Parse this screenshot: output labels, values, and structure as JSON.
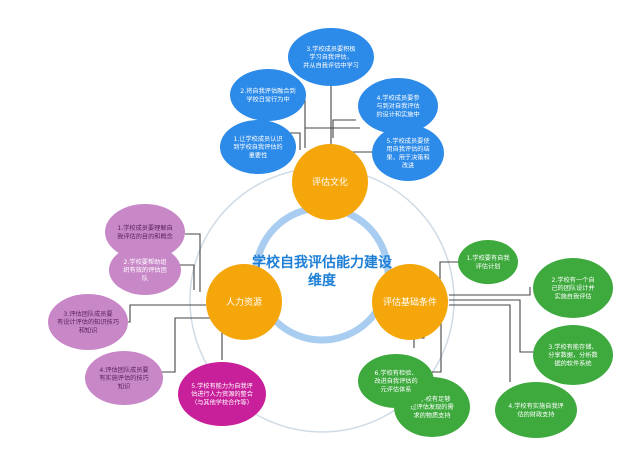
{
  "title": {
    "line1": "学校自我评估能力建设",
    "line2": "维度"
  },
  "colors": {
    "title": "#1e7fd6",
    "hub": "#f5a60a",
    "blue": "#2c8ae8",
    "green": "#3eaa3e",
    "purple": "#c888c8",
    "magenta": "#c8209a",
    "ring": "#a8cdf0"
  },
  "hubs": {
    "culture": "评估文化",
    "hr": "人力资源",
    "base": "评估基础条件"
  },
  "nodes": {
    "b1": [
      "1.让学校成员认识",
      "到学校自我评估的",
      "重要性"
    ],
    "b2": [
      "2.将自我评估融合到",
      "学校日常行为中"
    ],
    "b3": [
      "3.学校成员要积极",
      "学习自我评估，",
      "并从自我评估中学习"
    ],
    "b4": [
      "4.学校成员要参",
      "与到对自我评估",
      "的设计和实施中"
    ],
    "b5": [
      "5.学校成员要使",
      "用自我评估的结",
      "果，用于决策和",
      "改进"
    ],
    "p1": [
      "1.学校成员要理解自",
      "我评估的目的和概念"
    ],
    "p2": [
      "2.学校要帮助组",
      "织有效的评估团",
      "队"
    ],
    "p3": [
      "3.评估团队成员要",
      "有设计评估的知识技巧",
      "和知识"
    ],
    "p4": [
      "4.评估团队成员要",
      "有实施评估的技巧",
      "知识"
    ],
    "p5": [
      "5.学校有能力为自我评",
      "估进行人力资源的整合",
      "（与其他学校合作等）"
    ],
    "g1": [
      "1.学校要有自我",
      "评估计划"
    ],
    "g2": [
      "2.学校有一个自",
      "己的团队设计并",
      "实施自我评估"
    ],
    "g3": [
      "3.学校有能存储、",
      "分享数据，分析数",
      "据的软件系统"
    ],
    "g4": [
      "4.学校有实施自我评",
      "估的财政支持"
    ],
    "g5": [
      "5.学校有足够",
      "过评估发现的需",
      "求的物质支持"
    ],
    "g6": [
      "6.学校有检验、",
      "改进自我评估的",
      "元评估体系"
    ]
  }
}
